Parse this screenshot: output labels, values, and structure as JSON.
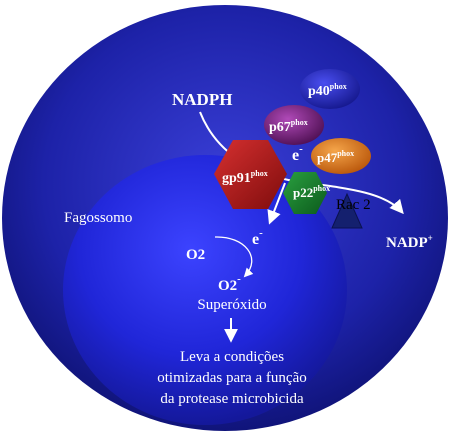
{
  "diagram": {
    "labels": {
      "nadph": "NADPH",
      "nadp": "NADP",
      "nadp_sup": "+",
      "fagossomo": "Fagossomo",
      "o2": "O2",
      "o2_minus": "O2",
      "o2_minus_sup": "-",
      "electron": "e",
      "electron_sup": "-",
      "superoxido": "Superóxido",
      "rac2": "Rac 2",
      "result_lines": [
        "Leva a condições",
        "otimizadas para a função",
        "da protease microbicida"
      ]
    },
    "proteins": {
      "p40": {
        "base": "p40",
        "sup": "phox",
        "color": "#1e22b8"
      },
      "p67": {
        "base": "p67",
        "sup": "phox",
        "color": "#7a1d7e"
      },
      "p47": {
        "base": "p47",
        "sup": "phox",
        "color": "#e07a1a"
      },
      "gp91": {
        "base": "gp91",
        "sup": "phox",
        "color": "#b01818"
      },
      "p22": {
        "base": "p22",
        "sup": "phox",
        "color": "#157a2a"
      }
    },
    "colors": {
      "cell": "#1a1fb0",
      "phagosome": "#2a2fe0",
      "rac2": "#14206e",
      "text": "#ffffff"
    }
  }
}
